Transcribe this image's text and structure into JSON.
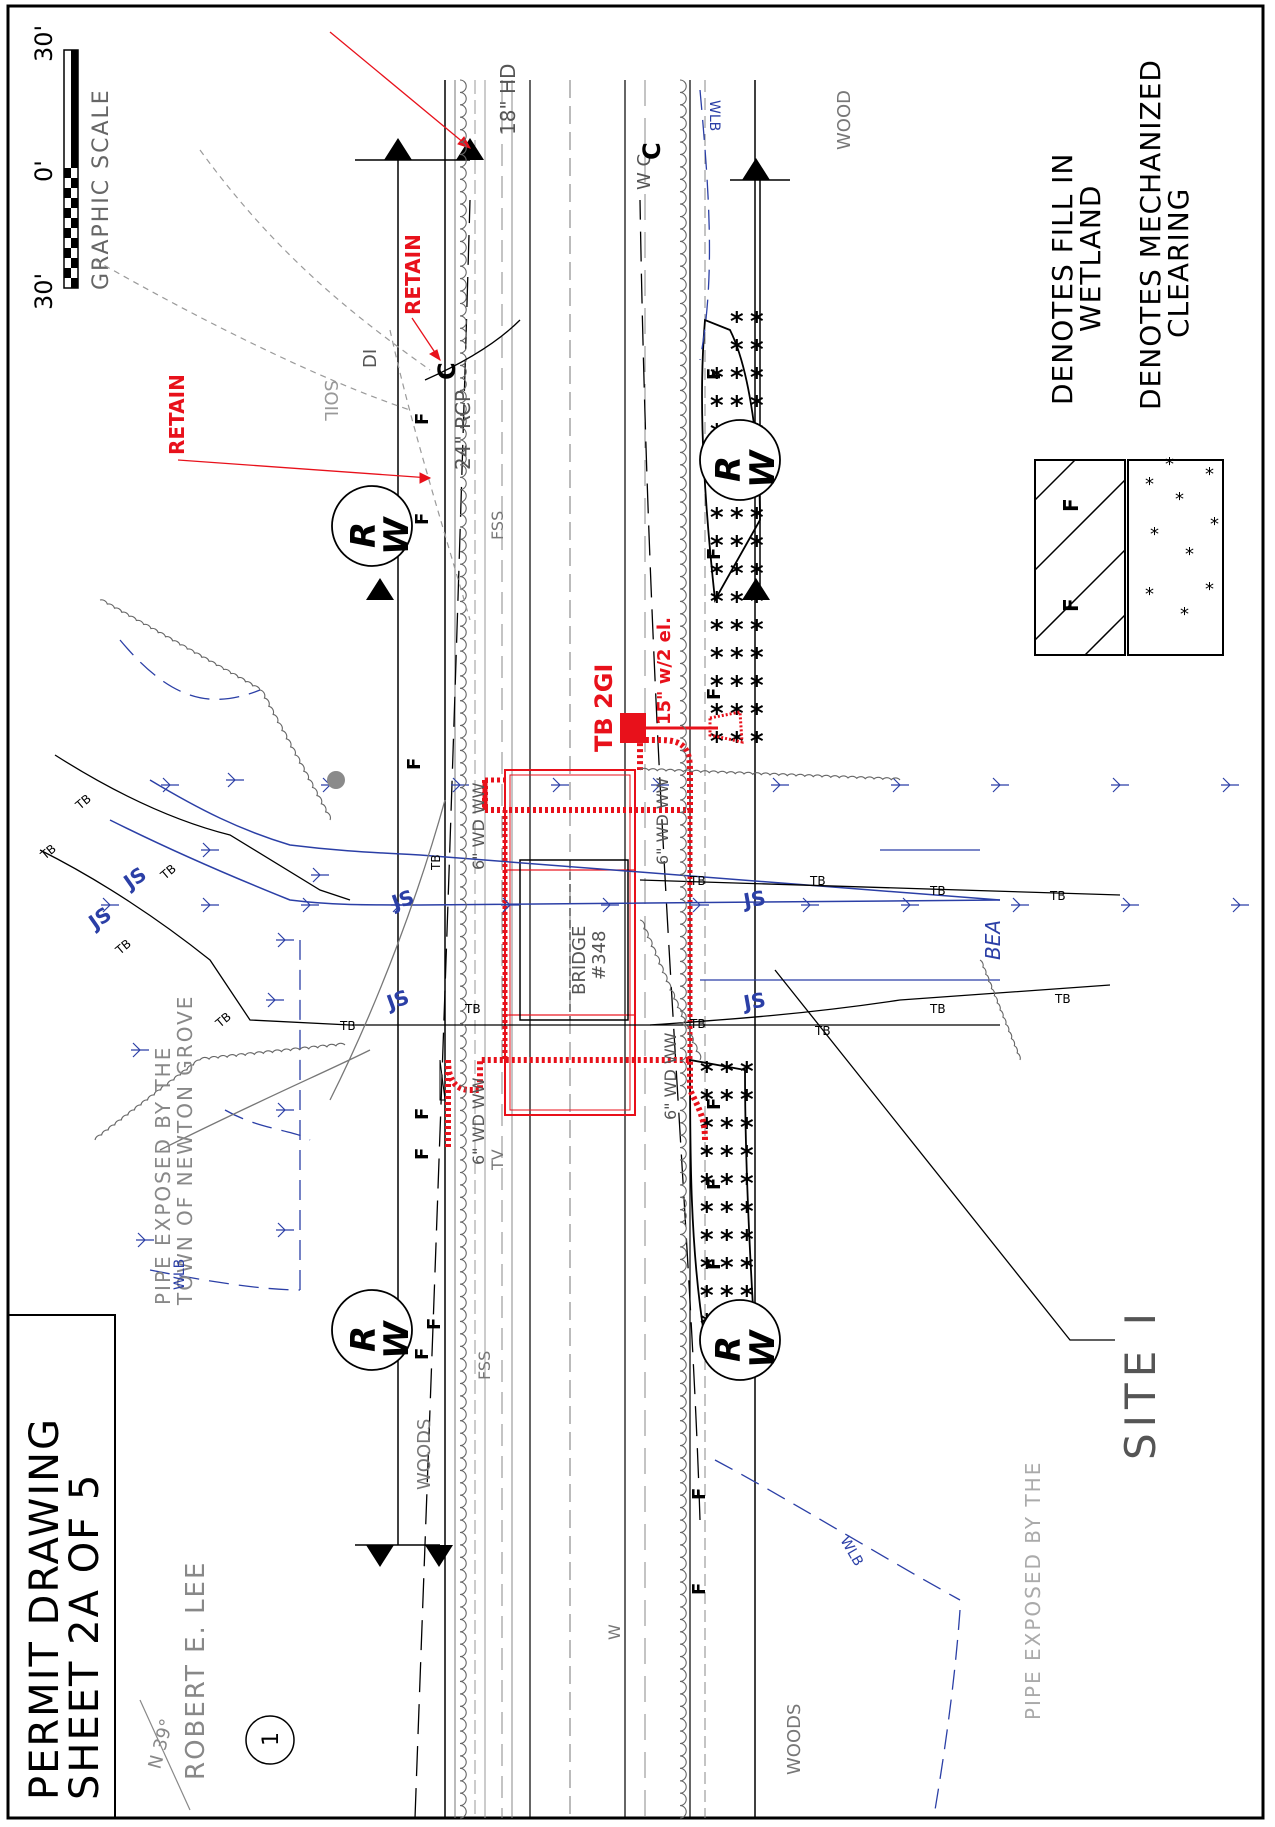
{
  "title": {
    "line1": "PERMIT DRAWING",
    "line2": "SHEET 2A OF 5"
  },
  "scale": {
    "left_label": "30'",
    "center_label": "0'",
    "right_label": "30'",
    "caption": "GRAPHIC SCALE"
  },
  "legend": {
    "fill_symbol": "F",
    "fill_text_line1": "DENOTES FILL IN",
    "fill_text_line2": "WETLAND",
    "clearing_text_line1": "DENOTES MECHANIZED",
    "clearing_text_line2": "CLEARING"
  },
  "labels": {
    "retain": "RETAIN",
    "retain_upper": "RETAIN",
    "rcp": "24\" RCP",
    "hd": "18\" HD",
    "di": "DI",
    "soil": "SOIL",
    "wood_top": "WOOD",
    "woods_left": "WOODS",
    "woods_bottom": "WOODS",
    "owner": "ROBERT E. LEE",
    "north": "N 39°",
    "pipe_note_line1": "PIPE EXPOSED BY THE",
    "pipe_note_line2": "TOWN OF NEWTON GROVE",
    "pipe_note_bottom": "PIPE EXPOSED BY THE",
    "bridge_line1": "BRIDGE",
    "bridge_line2": "#348",
    "tb_2gi": "TB 2GI",
    "pipe_15": "15\" w/2 el.",
    "site": "SITE I",
    "parcel_number": "1",
    "rw_r": "R",
    "rw_w": "W",
    "fill_f": "F",
    "tb": "TB",
    "js": "JS",
    "bea": "BEA",
    "wlb": "WLB",
    "fss": "FSS",
    "tv": "TV",
    "wd_ww": "6\" WD WW",
    "wc": "W C",
    "c": "C",
    "w": "W"
  },
  "colors": {
    "ink": "#000000",
    "red": "#e8111b",
    "blue": "#2b3fa6",
    "gray": "#8a8a8a",
    "light_gray": "#b4b4b4"
  }
}
